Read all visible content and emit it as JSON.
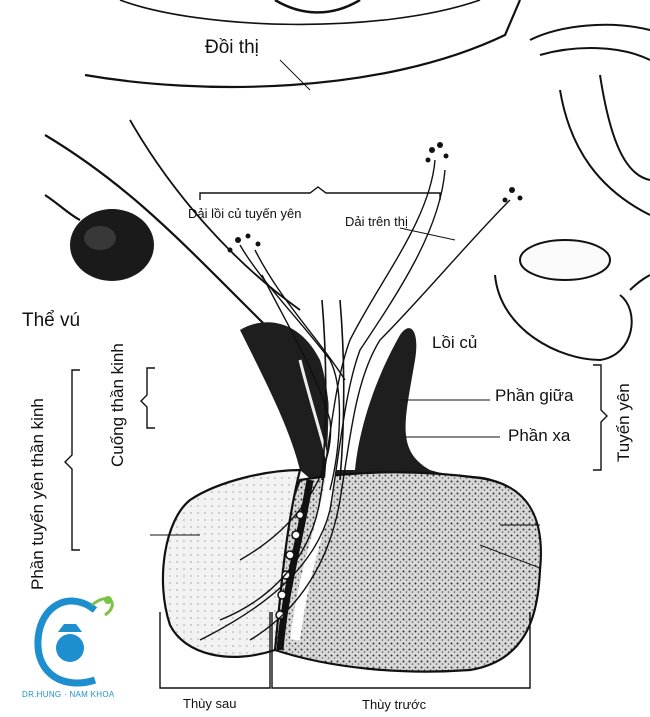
{
  "labels": {
    "thalamus": "Đồi thị",
    "tuberoinfundibular_tract": "Dải lồi củ tuyến yên",
    "supraoptic_tract": "Dải trên thị",
    "mammillary_body": "Thể vú",
    "tuber": "Lồi củ",
    "pars_intermedia": "Phần giữa",
    "pars_distalis": "Phần xa",
    "adenohypophysis": "Tuyến yên",
    "neurohypophysis_part": "Phần tuyến yên thần kinh",
    "infundibular_stalk": "Cuống thần kinh",
    "posterior_lobe": "Thùy sau",
    "anterior_lobe": "Thùy trước"
  },
  "logo": {
    "text": "DR.HUNG · NAM KHOA",
    "colors": {
      "primary": "#1d8fcf",
      "secondary": "#7cc242"
    }
  }
}
